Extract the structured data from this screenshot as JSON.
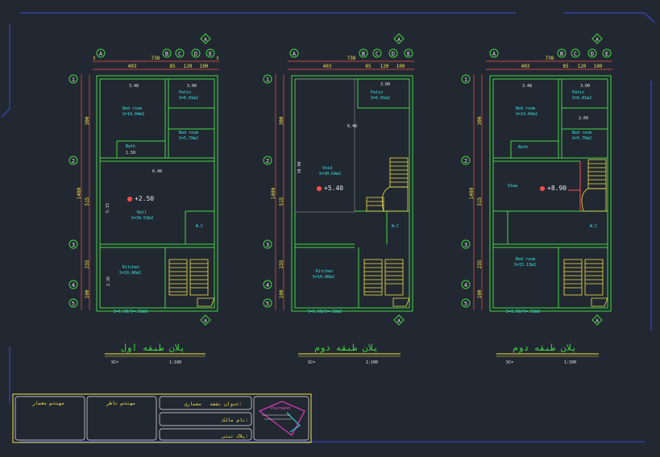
{
  "colors": {
    "background": "#222831",
    "frame": "#3b4bd8",
    "wall": "#43d843",
    "dim": "#ff4d4d",
    "text": "#37e6e6",
    "stair": "#f0e34a",
    "white": "#e8e8e8",
    "magenta": "#ff3fd2"
  },
  "dims": {
    "total_width": "738",
    "seg_a": "403",
    "seg_b": "85",
    "seg_c": "120",
    "seg_d": "100",
    "total_height": "1400",
    "h1": "300",
    "h2": "515",
    "h3": "235",
    "h4": "100",
    "edge": "5"
  },
  "axis_letters": [
    "A",
    "B",
    "C",
    "D",
    "E"
  ],
  "axis_numbers": [
    "1",
    "2",
    "3",
    "4",
    "5"
  ],
  "plan1": {
    "title": "پلان طبقه اول",
    "bedroom1": "Bed room",
    "bedroom1_area": "S=14.04m2",
    "bedroom2": "Bed room",
    "bedroom2_area": "S=5.70m2",
    "patio": "Patio",
    "patio_area": "S=6.01m2",
    "bath": "Bath",
    "wc": "W.C",
    "hall": "Hall",
    "hall_area": "S=34.53m2",
    "kitchen": "Kitchen",
    "kitchen_area": "S=10.06m2",
    "level": "+2.50",
    "balcony": "S=1.58/S=.52m2",
    "d1": "3.48",
    "d2": "3.00",
    "d3": "1.50",
    "d4": "6.48",
    "d5": "5.15",
    "d6": "2.35"
  },
  "plan2": {
    "title": "پلان طبقه دوم",
    "void": "Void",
    "void_area": "S=30.54m2",
    "patio": "Patio",
    "patio_area": "S=6.01m2",
    "wc": "W.C",
    "kitchen": "Kitchen",
    "kitchen_area": "S=10.06m2",
    "level": "+5.40",
    "balcony": "S=1.58/S=.52m2",
    "d1": "3.00",
    "d4": "6.48",
    "d5": "10.90"
  },
  "plan3": {
    "title": "پلان طبقه دوم",
    "bedroom1": "Bed room",
    "bedroom1_area": "S=14.04m2",
    "bedroom2": "Bed room",
    "bedroom2_area": "S=5.70m2",
    "patio": "Patio",
    "patio_area": "S=6.01m2",
    "bath": "Bath",
    "view": "View",
    "wc": "W.C",
    "bedroom3": "Bed room",
    "bedroom3_area": "S=15.13m2",
    "level": "+8.90",
    "balcony": "S=1.58/S=.52m2",
    "d1": "3.48",
    "d2": "3.00",
    "d3": "2.60"
  },
  "scale": {
    "sc_label": "SC=",
    "ratio": "1:100"
  },
  "titleblock": {
    "architect": "مهندس معمار",
    "supervisor": "مهندس ناظر",
    "project_label": "عنوان نقشه:",
    "project_value": "معماری",
    "owner_label": "نام مالک:",
    "address_label": "پلاک ثبتی:",
    "logo_text": "Pourmand"
  }
}
